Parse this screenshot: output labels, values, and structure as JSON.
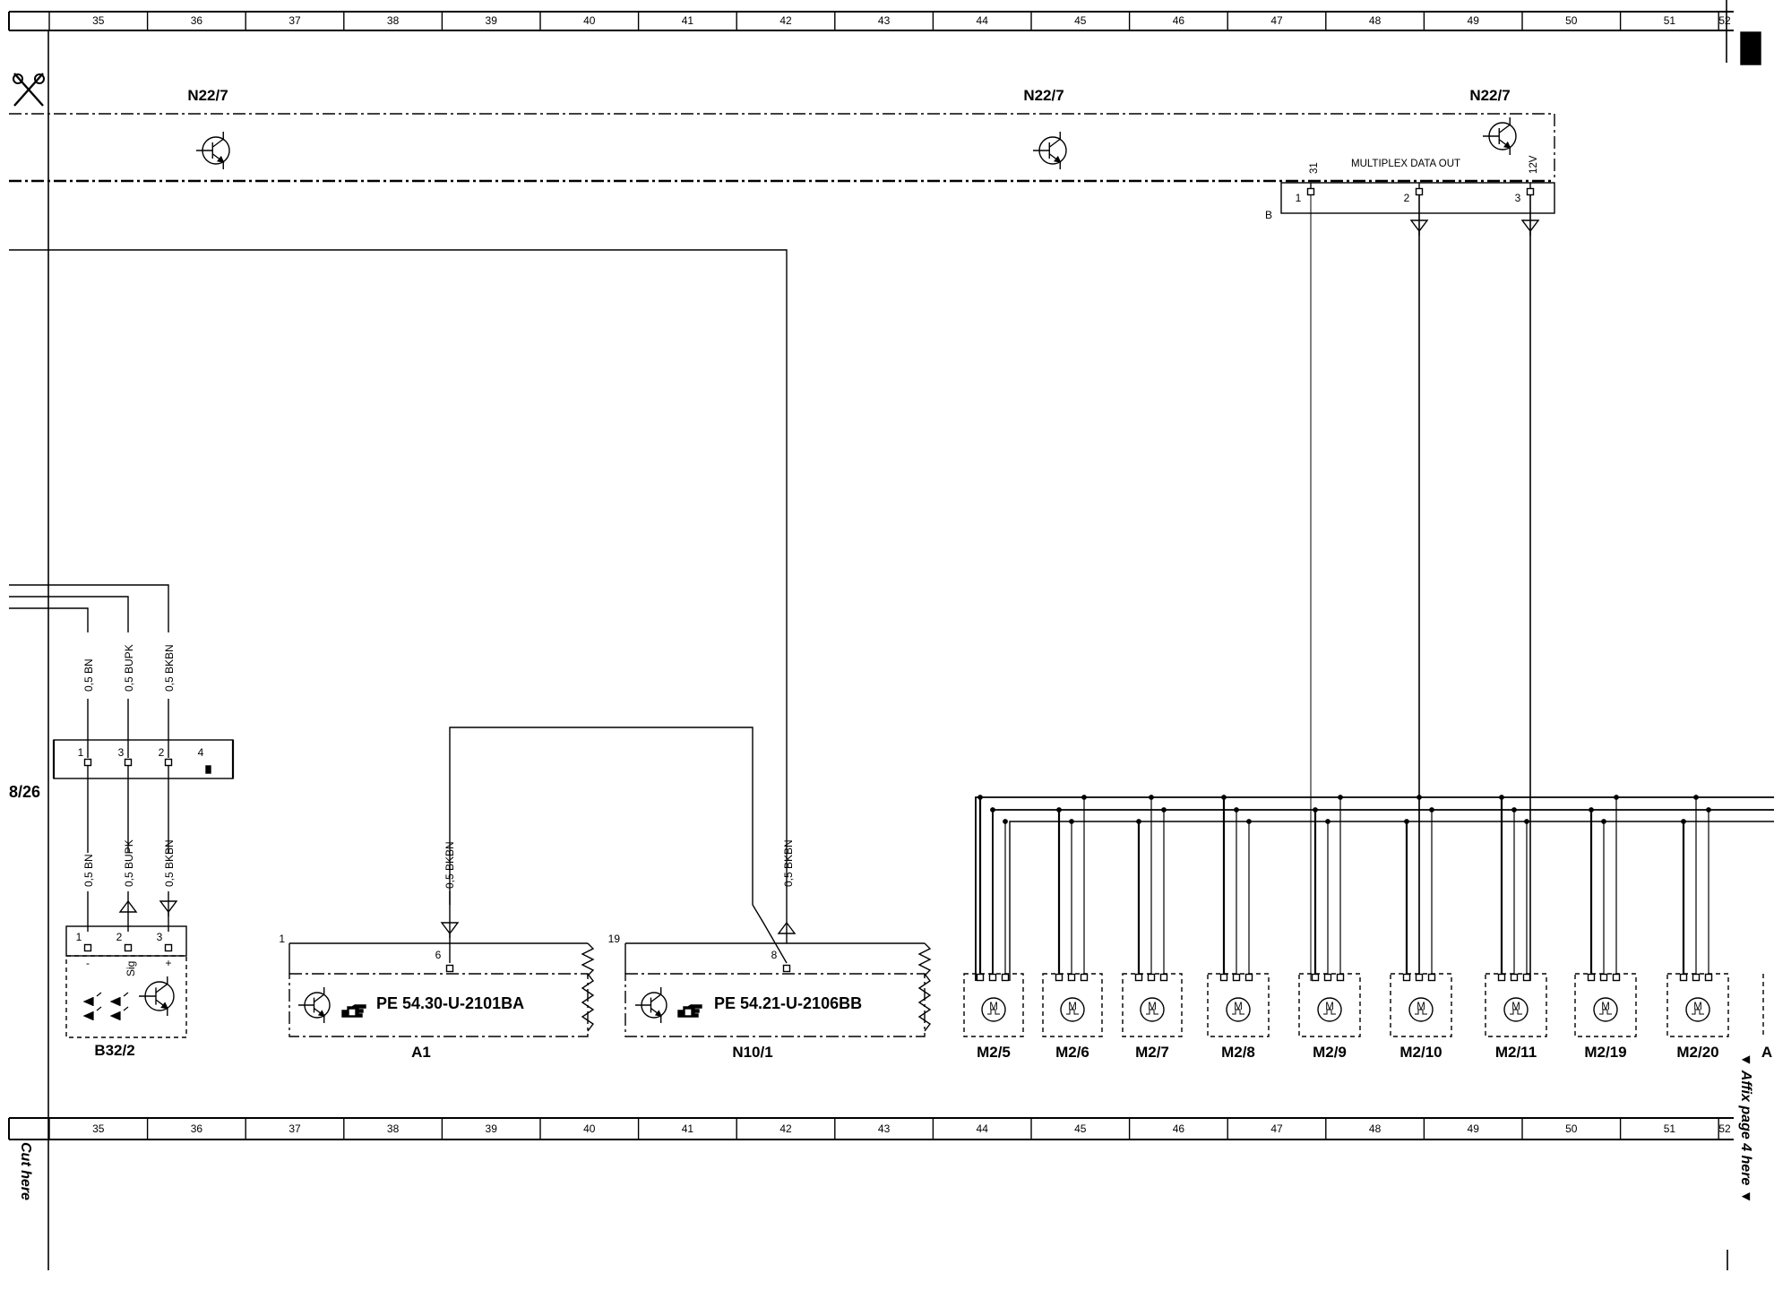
{
  "grid": {
    "top_numbers": [
      "35",
      "36",
      "37",
      "38",
      "39",
      "40",
      "41",
      "42",
      "43",
      "44",
      "45",
      "46",
      "47",
      "48",
      "49",
      "50",
      "51",
      "52"
    ],
    "bottom_numbers": [
      "35",
      "36",
      "37",
      "38",
      "39",
      "40",
      "41",
      "42",
      "43",
      "44",
      "45",
      "46",
      "47",
      "48",
      "49",
      "50",
      "51",
      "52"
    ]
  },
  "n22_labels": [
    "N22/7",
    "N22/7",
    "N22/7"
  ],
  "multiplex": {
    "title": "MULTIPLEX DATA OUT",
    "conn_label": "B",
    "pins": [
      "1",
      "2",
      "3"
    ],
    "pin_tags": [
      "31",
      "12V"
    ]
  },
  "edge": {
    "left_ref": "8/26"
  },
  "b32": {
    "label": "B32/2",
    "upper_pins": [
      "1",
      "3",
      "2",
      "4"
    ],
    "lower_pins": [
      "1",
      "2",
      "3"
    ],
    "pin_marks": [
      "-",
      "Sig",
      "+"
    ],
    "wires": [
      "0,5 BN",
      "0,5 BUPK",
      "0,5 BKBN"
    ]
  },
  "a1": {
    "label": "A1",
    "ref": "PE 54.30-U-2101BA",
    "corner": "1",
    "pin": "6",
    "wire": "0,5 BKBN"
  },
  "n10": {
    "label": "N10/1",
    "ref": "PE 54.21-U-2106BB",
    "corner": "19",
    "pin": "8",
    "wire": "0,5 BKBN"
  },
  "motors": {
    "symbol": "M",
    "labels": [
      "M2/5",
      "M2/6",
      "M2/7",
      "M2/8",
      "M2/9",
      "M2/10",
      "M2/11",
      "M2/19",
      "M2/20",
      "A"
    ]
  },
  "side": {
    "cut_here": "Cut here",
    "affix": "Affix page 4 here"
  }
}
